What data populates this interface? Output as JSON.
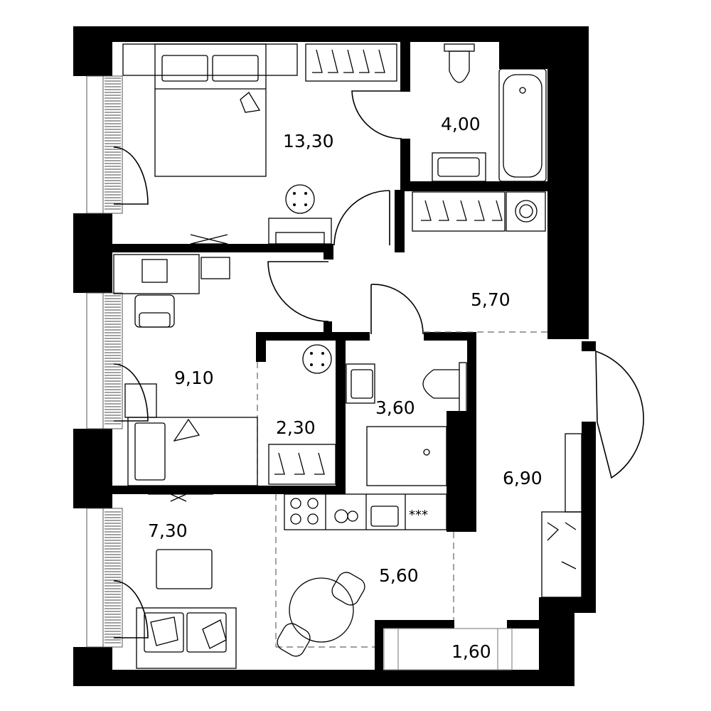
{
  "floor_plan": {
    "rooms": [
      {
        "id": "bedroom",
        "area_label": "13,30"
      },
      {
        "id": "bathroom",
        "area_label": "4,00"
      },
      {
        "id": "hallway",
        "area_label": "5,70"
      },
      {
        "id": "child-room",
        "area_label": "9,10"
      },
      {
        "id": "wardrobe",
        "area_label": "2,30"
      },
      {
        "id": "shower-room",
        "area_label": "3,60"
      },
      {
        "id": "corridor",
        "area_label": "6,90"
      },
      {
        "id": "living-room",
        "area_label": "7,30"
      },
      {
        "id": "kitchen",
        "area_label": "5,60"
      },
      {
        "id": "balcony",
        "area_label": "1,60"
      }
    ]
  },
  "colors": {
    "wall": "#000000",
    "line": "#000000",
    "background": "#ffffff"
  }
}
